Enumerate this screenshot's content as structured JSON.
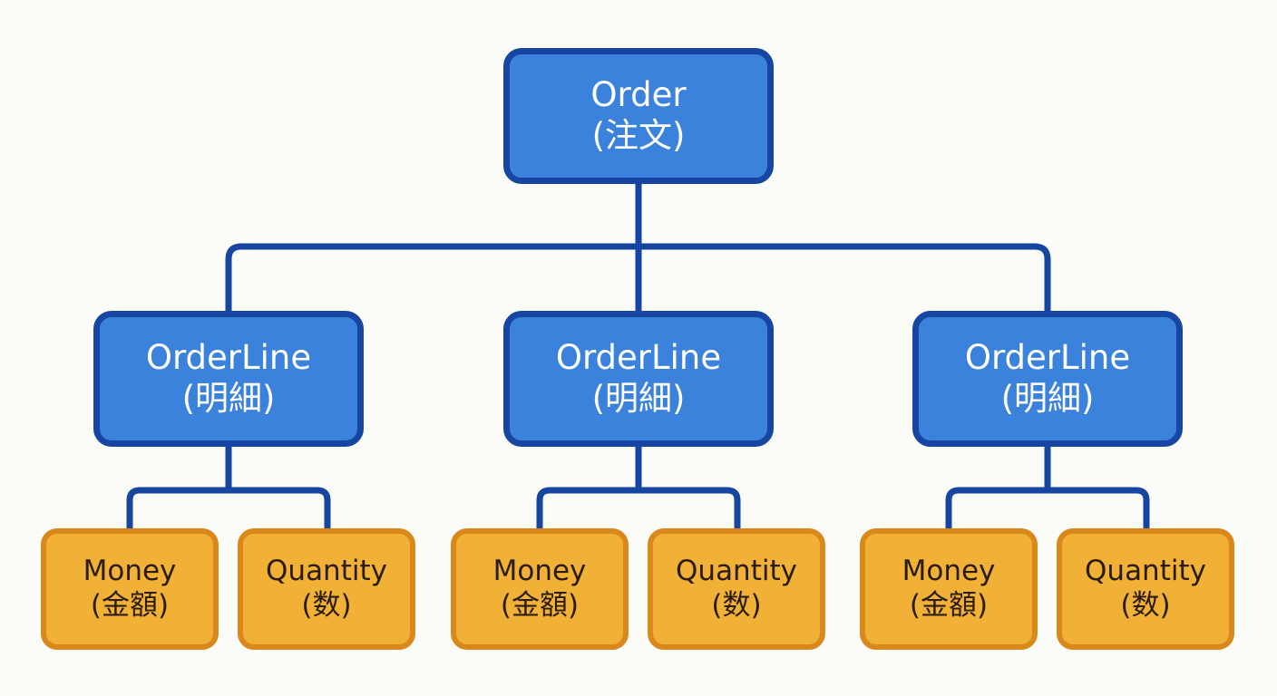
{
  "colors": {
    "entity_fill": "#3b82dc",
    "entity_border": "#1746a2",
    "value_fill": "#f0b136",
    "value_border": "#d9881c",
    "connector": "#1746a2"
  },
  "root": {
    "en": "Order",
    "jp": "(注文)"
  },
  "lines": [
    {
      "en": "OrderLine",
      "jp": "(明細)",
      "money": {
        "en": "Money",
        "jp": "(金額)"
      },
      "quantity": {
        "en": "Quantity",
        "jp": "(数)"
      }
    },
    {
      "en": "OrderLine",
      "jp": "(明細)",
      "money": {
        "en": "Money",
        "jp": "(金額)"
      },
      "quantity": {
        "en": "Quantity",
        "jp": "(数)"
      }
    },
    {
      "en": "OrderLine",
      "jp": "(明細)",
      "money": {
        "en": "Money",
        "jp": "(金額)"
      },
      "quantity": {
        "en": "Quantity",
        "jp": "(数)"
      }
    }
  ]
}
